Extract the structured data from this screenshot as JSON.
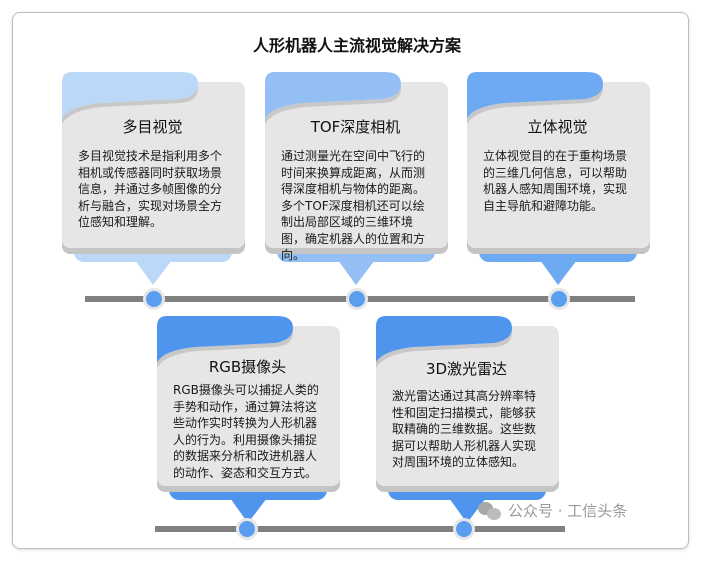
{
  "title": "人形机器人主流视觉解决方案",
  "colors": {
    "card_bg": "#e6e6e6",
    "timeline": "#808080",
    "dot": "#5a9ef0"
  },
  "cards": [
    {
      "title": "多目视觉",
      "body": "多目视觉技术是指利用多个相机或传感器同时获取场景信息，并通过多帧图像的分析与融合，实现对场景全方位感知和理解。",
      "color": "#bcd8f8"
    },
    {
      "title": "TOF深度相机",
      "body": "通过测量光在空间中飞行的时间来换算成距离，从而测得深度相机与物体的距离。多个TOF深度相机还可以绘制出局部区域的三维环境图，确定机器人的位置和方向。",
      "color": "#93bff4"
    },
    {
      "title": "立体视觉",
      "body": "立体视觉目的在于重构场景的三维几何信息，可以帮助机器人感知周围环境，实现自主导航和避障功能。",
      "color": "#6eaaf2"
    },
    {
      "title": "RGB摄像头",
      "body": "RGB摄像头可以捕捉人类的手势和动作，通过算法将这些动作实时转换为人形机器人的行为。利用摄像头捕捉的数据来分析和改进机器人的动作、姿态和交互方式。",
      "color": "#4f95ee"
    },
    {
      "title": "3D激光雷达",
      "body": "激光雷达通过其高分辨率特性和固定扫描模式，能够获取精确的三维数据。这些数据可以帮助人形机器人实现对周围环境的立体感知。",
      "color": "#4f95ee"
    }
  ],
  "watermark": "公众号 · 工信头条"
}
